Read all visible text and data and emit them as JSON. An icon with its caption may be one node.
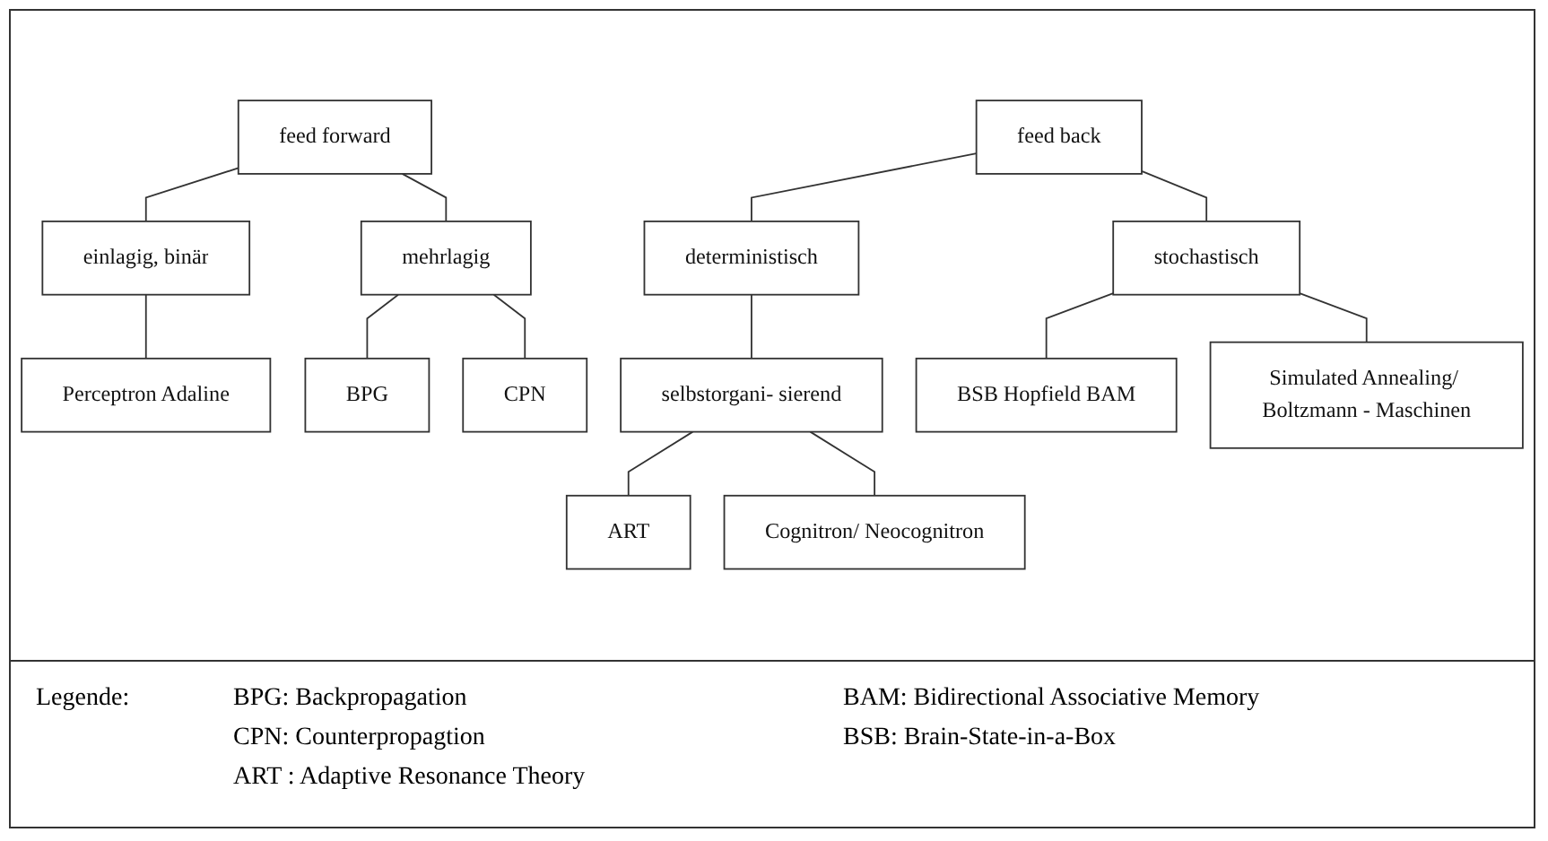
{
  "diagram": {
    "nodes": [
      {
        "text": [
          "feed forward"
        ]
      },
      {
        "text": [
          "einlagig, binär"
        ]
      },
      {
        "text": [
          "mehrlagig"
        ]
      },
      {
        "text": [
          "Perceptron Adaline"
        ]
      },
      {
        "text": [
          "BPG"
        ]
      },
      {
        "text": [
          "CPN"
        ]
      },
      {
        "text": [
          "feed back"
        ]
      },
      {
        "text": [
          "deterministisch"
        ]
      },
      {
        "text": [
          "stochastisch"
        ]
      },
      {
        "text": [
          "selbstorgani- sierend"
        ]
      },
      {
        "text": [
          "BSB Hopfield BAM"
        ]
      },
      {
        "text": [
          "Simulated Annealing/ Boltzmann - Maschinen"
        ]
      },
      {
        "text": [
          "ART"
        ]
      },
      {
        "text": [
          "Cognitron/ Neocognitron"
        ]
      }
    ],
    "edges": [
      {
        "from": 0,
        "to": 1,
        "arrow": "none"
      },
      {
        "from": 0,
        "to": 2,
        "arrow": "none"
      },
      {
        "from": 1,
        "to": 3,
        "arrow": "none"
      },
      {
        "from": 2,
        "to": 4,
        "arrow": "none"
      },
      {
        "from": 2,
        "to": 5,
        "arrow": "none"
      },
      {
        "from": 6,
        "to": 7,
        "arrow": "none"
      },
      {
        "from": 6,
        "to": 8,
        "arrow": "none"
      },
      {
        "from": 7,
        "to": 9,
        "arrow": "none"
      },
      {
        "from": 8,
        "to": 10,
        "arrow": "none"
      },
      {
        "from": 8,
        "to": 11,
        "arrow": "none"
      },
      {
        "from": 9,
        "to": 12,
        "arrow": "none"
      },
      {
        "from": 9,
        "to": 13,
        "arrow": "none"
      }
    ],
    "labels": [
      "Legende:",
      "BPG: Backpropagation",
      "CPN: Counterpropagtion",
      "ART : Adaptive Resonance Theory",
      "BAM: Bidirectional Associative Memory",
      "BSB: Brain-State-in-a-Box"
    ]
  }
}
